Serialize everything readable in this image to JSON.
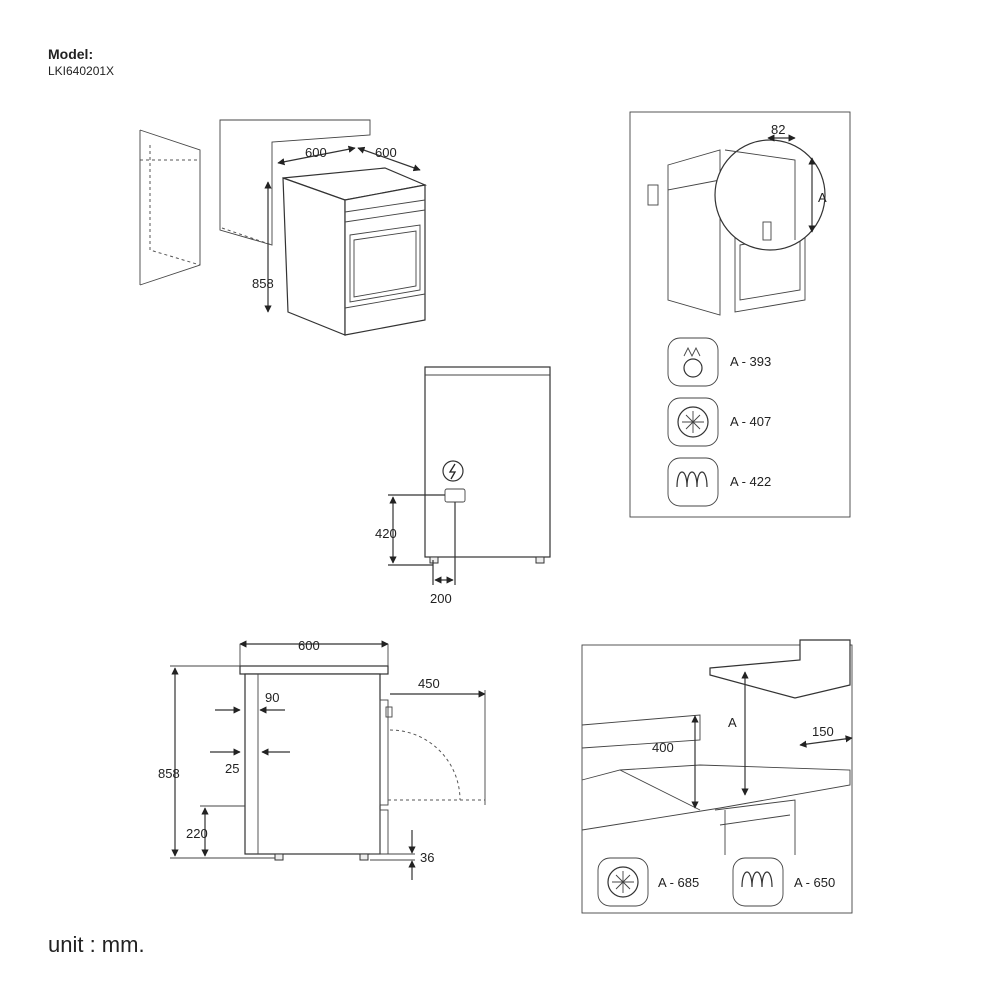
{
  "header": {
    "model_label": "Model:",
    "model_value": "LKI640201X"
  },
  "footer": {
    "unit_label": "unit : mm."
  },
  "views": {
    "iso": {
      "width": "600",
      "depth": "600",
      "height": "858"
    },
    "rear": {
      "socket_height": "420",
      "socket_offset": "200"
    },
    "side": {
      "width": "600",
      "door_swing": "450",
      "top_offset": "90",
      "gap": "25",
      "height": "858",
      "base": "220",
      "foot": "36"
    },
    "hob_panel": {
      "tip_offset": "82",
      "a_label": "A",
      "items": [
        {
          "icon": "gas-burner-icon",
          "value": "A - 393"
        },
        {
          "icon": "fan-icon",
          "value": "A - 407"
        },
        {
          "icon": "coil-icon",
          "value": "A - 422"
        }
      ]
    },
    "hood_panel": {
      "a_label": "A",
      "side_clearance": "150",
      "height": "400",
      "items": [
        {
          "icon": "fan-icon",
          "value": "A - 685"
        },
        {
          "icon": "coil-icon",
          "value": "A - 650"
        }
      ]
    }
  }
}
